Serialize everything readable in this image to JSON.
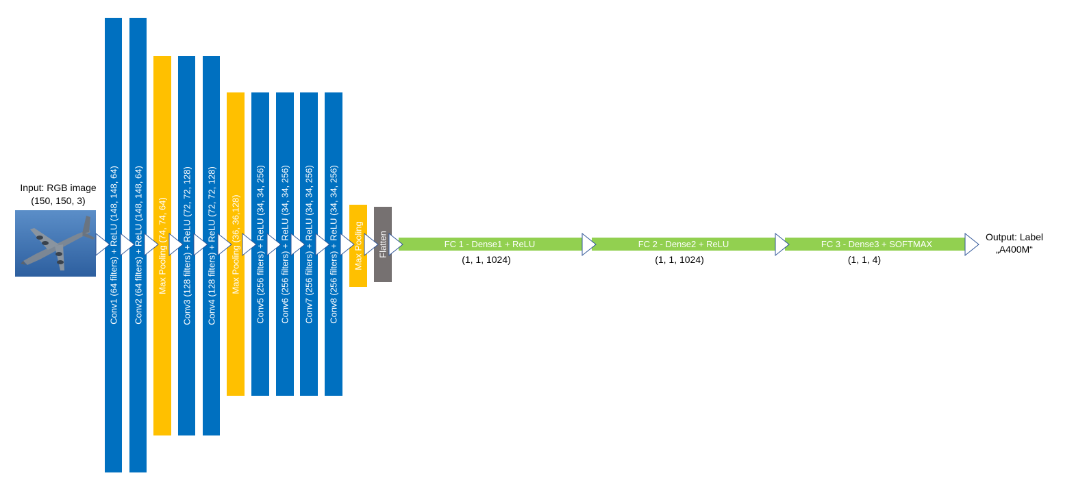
{
  "colors": {
    "conv": "#0070C0",
    "pool": "#FFC000",
    "flatten": "#767171",
    "dense": "#92D050",
    "arrow_stroke": "#2F5597",
    "sky_top": "#5b8ec8",
    "sky_bottom": "#2d5f9f"
  },
  "input": {
    "title": "Input:  RGB image",
    "shape": "(150, 150, 3)",
    "image_icon": "airplane-photo-icon"
  },
  "layers": {
    "conv1": "Conv1 (64 filters) + ReLU (148, 148, 64)",
    "conv2": "Conv2 (64 filters) + ReLU (148, 148, 64)",
    "pool1": "Max Pooling (74, 74, 64)",
    "conv3": "Conv3 (128 filters) + ReLU (72, 72, 128)",
    "conv4": "Conv4 (128 filters) + ReLU (72, 72, 128)",
    "pool2": "Max Pooling (36, 36,128)",
    "conv5": "Conv5 (256 filters) + ReLU (34, 34, 256)",
    "conv6": "Conv6 (256 filters) + ReLU (34, 34, 256)",
    "conv7": "Conv7 (256 filters) + ReLU (34, 34, 256)",
    "conv8": "Conv8 (256 filters) + ReLU (34, 34, 256)",
    "pool3": "Max Pooling",
    "flatten": "Flatten"
  },
  "dense": {
    "fc1": {
      "label": "FC 1 - Dense1 + ReLU",
      "shape": "(1, 1, 1024)"
    },
    "fc2": {
      "label": "FC 2 - Dense2 + ReLU",
      "shape": "(1, 1, 1024)"
    },
    "fc3": {
      "label": "FC 3 - Dense3 + SOFTMAX",
      "shape": "(1, 1, 4)"
    }
  },
  "output": {
    "title": "Output:  Label",
    "value": "„A400M“"
  }
}
